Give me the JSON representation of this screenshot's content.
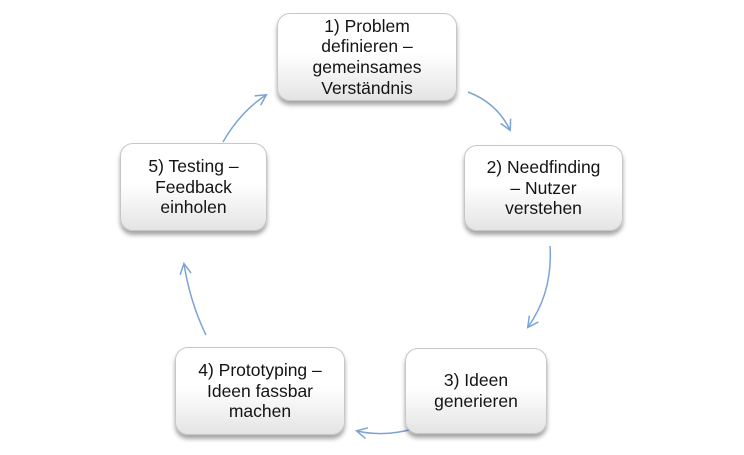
{
  "diagram": {
    "type": "cycle",
    "language": "de",
    "theme": {
      "background": "#ffffff",
      "arrow_color": "#7ba4d6",
      "node_border_color": "#c6c6c6",
      "node_fill_top": "#ffffff",
      "node_fill_bottom": "#e4e4e4",
      "text_color": "#141414"
    },
    "nodes": [
      {
        "id": "step-1",
        "label": "1) Problem\ndefinieren –\ngemeinsames\nVerständnis"
      },
      {
        "id": "step-2",
        "label": "2) Needfinding\n– Nutzer\nverstehen"
      },
      {
        "id": "step-3",
        "label": "3) Ideen\ngenerieren"
      },
      {
        "id": "step-4",
        "label": "4) Prototyping –\nIdeen fassbar\nmachen"
      },
      {
        "id": "step-5",
        "label": "5) Testing –\nFeedback\neinholen"
      }
    ],
    "arrows": [
      {
        "from": "step-1",
        "to": "step-2"
      },
      {
        "from": "step-2",
        "to": "step-3"
      },
      {
        "from": "step-3",
        "to": "step-4"
      },
      {
        "from": "step-4",
        "to": "step-5"
      },
      {
        "from": "step-5",
        "to": "step-1"
      }
    ]
  }
}
